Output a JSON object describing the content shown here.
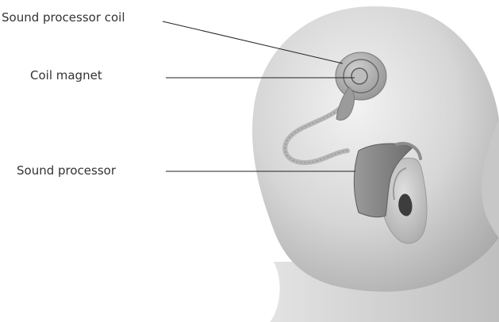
{
  "labels": {
    "sound_processor_coil": "Sound processor coil",
    "coil_magnet": "Coil magnet",
    "sound_processor": "Sound processor"
  },
  "colors": {
    "head": "#d9d9d9",
    "leader_line": "#222222",
    "text": "#333333"
  }
}
